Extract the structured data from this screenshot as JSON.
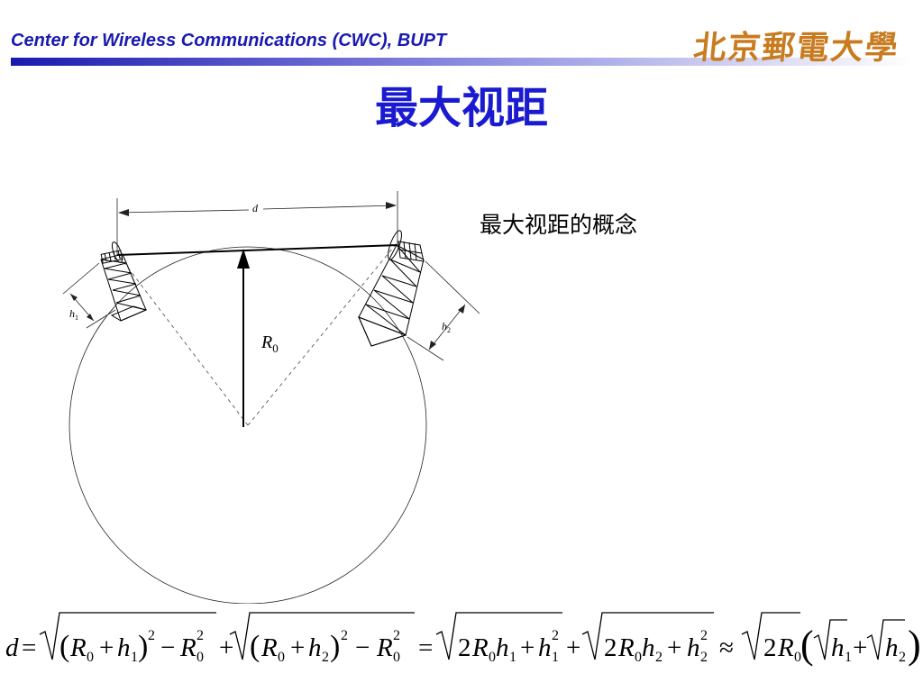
{
  "header": {
    "org": "Center for Wireless Communications (CWC), BUPT",
    "logo_text": "北京郵電大學",
    "brand_color": "#1a1ab0",
    "logo_color": "#c97b1f"
  },
  "slide": {
    "title": "最大视距",
    "concept": "最大视距的概念"
  },
  "diagram": {
    "label_d": "d",
    "label_h": "h",
    "label_R": "R",
    "sub_0": "0",
    "sub_1": "1",
    "sub_2": "2"
  },
  "formula": {
    "d": "d",
    "eq": "=",
    "plus": "+",
    "minus": "−",
    "approx": "≈",
    "R": "R",
    "h": "h",
    "two": "2",
    "sub_0": "0",
    "sub_1": "1",
    "sub_2": "2",
    "sup_2": "2",
    "lparen": "(",
    "rparen": ")"
  }
}
